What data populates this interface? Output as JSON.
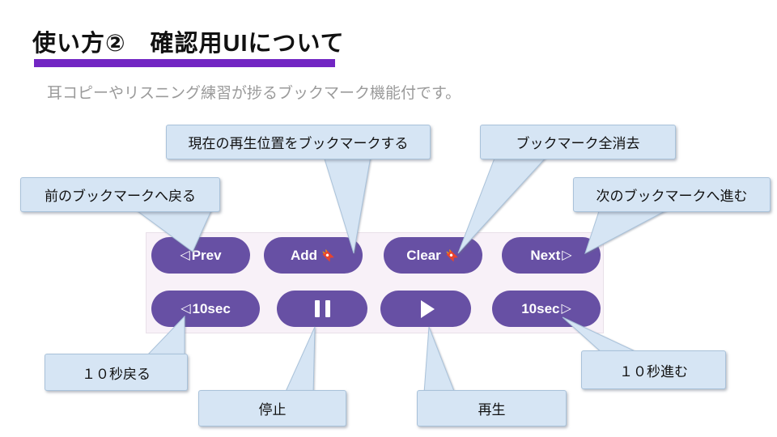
{
  "slide": {
    "title": "使い方②　確認用UIについて",
    "subtitle": "耳コピーやリスニング練習が捗るブックマーク機能付です。",
    "accent_color": "#7226c3"
  },
  "callouts": [
    {
      "id": "bookmark-add",
      "label": "現在の再生位置をブックマークする"
    },
    {
      "id": "bookmark-clear",
      "label": "ブックマーク全消去"
    },
    {
      "id": "bookmark-prev",
      "label": "前のブックマークへ戻る"
    },
    {
      "id": "bookmark-next",
      "label": "次のブックマークへ進む"
    },
    {
      "id": "seek-back",
      "label": "１０秒戻る"
    },
    {
      "id": "pause",
      "label": "停止"
    },
    {
      "id": "play",
      "label": "再生"
    },
    {
      "id": "seek-forward",
      "label": "１０秒進む"
    }
  ],
  "player": {
    "panel_color": "#f8f1f8",
    "button_color": "#6750a4",
    "callout_fill": "#d6e5f4",
    "callout_border": "#a9c2da",
    "buttons": {
      "prev": {
        "glyph": "◁",
        "label": "Prev"
      },
      "add": {
        "label": "Add",
        "icon": "bookmark-icon"
      },
      "clear": {
        "label": "Clear",
        "icon": "bookmark-icon"
      },
      "next": {
        "label": "Next",
        "glyph": "▷"
      },
      "back10": {
        "glyph": "◁",
        "label": "10sec"
      },
      "pause": {
        "icon": "pause-icon"
      },
      "play": {
        "icon": "play-icon"
      },
      "fwd10": {
        "label": "10sec",
        "glyph": "▷"
      }
    }
  }
}
